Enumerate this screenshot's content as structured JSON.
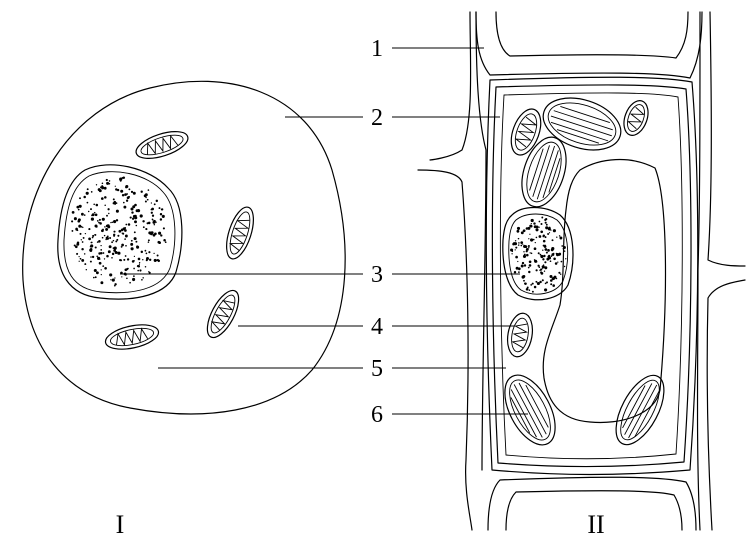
{
  "figure": {
    "panel_left_caption": "I",
    "panel_right_caption": "II",
    "labels": [
      "1",
      "2",
      "3",
      "4",
      "5",
      "6"
    ]
  },
  "colors": {
    "ink": "#000000",
    "background": "#ffffff"
  }
}
